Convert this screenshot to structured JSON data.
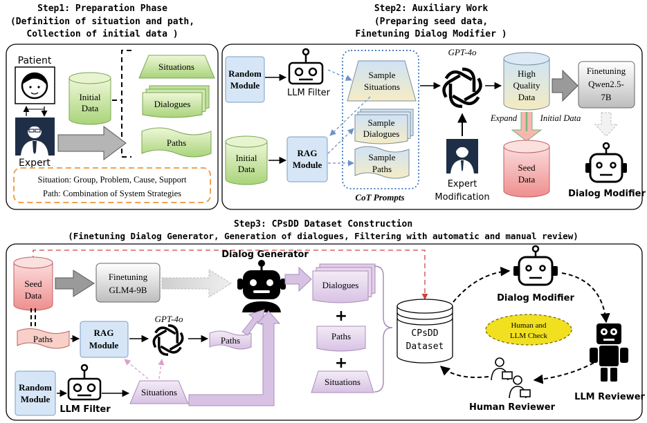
{
  "step1": {
    "title": "Step1:  Preparation Phase",
    "subtitle1": "(Definition of situation and path,",
    "subtitle2": "Collection of initial data )",
    "patient_label": "Patient",
    "expert_label": "Expert",
    "initial_data": [
      "Initial",
      "Data"
    ],
    "situations": "Situations",
    "dialogues": "Dialogues",
    "paths": "Paths",
    "note_situation": "Situation: Group, Problem, Cause, Support",
    "note_path": "Path: Combination of System Strategies"
  },
  "step2": {
    "title": "Step2:  Auxiliary Work",
    "subtitle1": "(Preparing seed data,",
    "subtitle2": "Finetuning Dialog Modifier )",
    "random_module": [
      "Random",
      "Module"
    ],
    "llm_filter": "LLM Filter",
    "initial_data": [
      "Initial",
      "Data"
    ],
    "rag_module": [
      "RAG",
      "Module"
    ],
    "sample_situations": [
      "Sample",
      "Situations"
    ],
    "sample_dialogues": [
      "Sample",
      "Dialogues"
    ],
    "sample_paths": [
      "Sample",
      "Paths"
    ],
    "cot_prompts": "CoT Prompts",
    "gpt4o": "GPT-4o",
    "expert_modification": [
      "Expert",
      "Modification"
    ],
    "hq_data": [
      "High",
      "Quality",
      "Data"
    ],
    "expand": "Expand",
    "initial_data_label": "Initial Data",
    "seed_data": [
      "Seed",
      "Data"
    ],
    "finetuning": [
      "Finetuning",
      "Qwen2.5-",
      "7B"
    ],
    "dialog_modifier": "Dialog Modifier"
  },
  "step3": {
    "title": "Step3:  CPsDD Dataset Construction",
    "subtitle": "(Finetuning Dialog Generator, Generation of dialogues, Filtering with automatic and manual review)",
    "seed_data": [
      "Seed",
      "Data"
    ],
    "finetuning": [
      "Finetuning",
      "GLM4-9B"
    ],
    "dialog_generator": "Dialog Generator",
    "paths_in": "Paths",
    "rag_module": [
      "RAG",
      "Module"
    ],
    "gpt4o": "GPT-4o",
    "paths_out": "Paths",
    "random_module": [
      "Random",
      "Module"
    ],
    "llm_filter": "LLM Filter",
    "situations_in": "Situations",
    "dialogues": "Dialogues",
    "plus": "+",
    "paths": "Paths",
    "situations": "Situations",
    "dataset": [
      "CPsDD",
      "Dataset"
    ],
    "dialog_modifier": "Dialog Modifier",
    "human_llm_check": [
      "Human and",
      "LLM Check"
    ],
    "human_reviewer": "Human Reviewer",
    "llm_reviewer": "LLM Reviewer"
  },
  "colors": {
    "green_fill": "#cfe8a8",
    "blue_fill": "#d6e6f6",
    "red_fill": "#f4b6b6",
    "purple_fill": "#e6d6ee",
    "orange_dash": "#f0a050",
    "yellow_fill": "#f0e020"
  }
}
